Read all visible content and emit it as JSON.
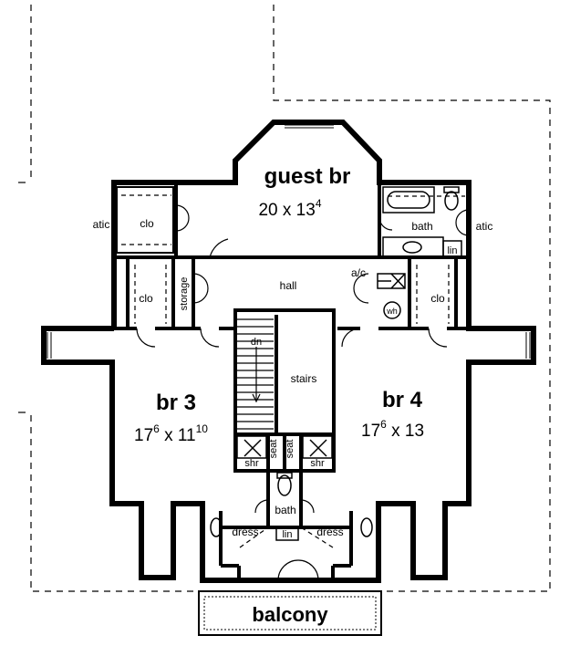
{
  "rooms": {
    "guest_br": {
      "name": "guest br",
      "dim_main": "20 x 13",
      "dim_sup": "4"
    },
    "br3": {
      "name": "br 3",
      "dim_a": "17",
      "dim_a_sup": "6",
      "dim_b": " x 11",
      "dim_b_sup": "10"
    },
    "br4": {
      "name": "br 4",
      "dim_a": "17",
      "dim_a_sup": "6",
      "dim_b": " x 13"
    },
    "balcony": {
      "name": "balcony"
    }
  },
  "labels": {
    "hall": "hall",
    "stairs": "stairs",
    "dn": "dn",
    "storage": "storage",
    "clo": "clo",
    "atic": "atic",
    "bath": "bath",
    "lin": "lin",
    "ac": "a/c",
    "wh": "wh",
    "seat": "seat",
    "shr": "shr",
    "dress": "dress"
  }
}
